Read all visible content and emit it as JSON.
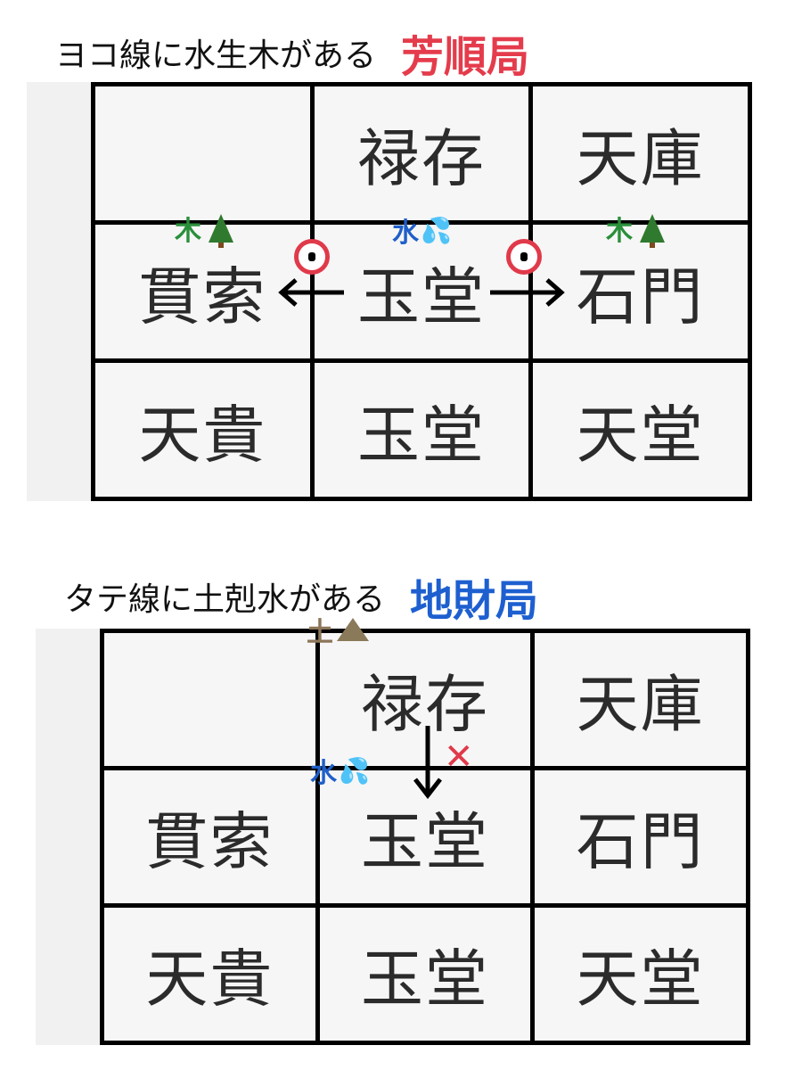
{
  "diagram_1": {
    "heading": "ヨコ線に水生木がある",
    "bureau": "芳順局",
    "bureau_color": "#e43c4c",
    "grid": [
      [
        "",
        "禄存",
        "天庫"
      ],
      [
        "貫索",
        "玉堂",
        "石門"
      ],
      [
        "天貴",
        "玉堂",
        "天堂"
      ]
    ],
    "tags": {
      "wood_left": "木",
      "water": "水",
      "wood_right": "木"
    },
    "icons": [
      "tree-icon",
      "water-drops-icon",
      "tree-icon",
      "circle-ok-icon",
      "circle-ok-icon",
      "arrow-left-icon",
      "arrow-right-icon"
    ],
    "wood_color": "#2a8f3a",
    "water_color": "#1f5fc8"
  },
  "diagram_2": {
    "heading": "タテ線に土剋水がある",
    "bureau": "地財局",
    "bureau_color": "#1e5fd0",
    "grid": [
      [
        "",
        "禄存",
        "天庫"
      ],
      [
        "貫索",
        "玉堂",
        "石門"
      ],
      [
        "天貴",
        "玉堂",
        "天堂"
      ]
    ],
    "tags": {
      "earth": "土",
      "water": "水",
      "ng": "✕"
    },
    "icons": [
      "mountain-icon",
      "water-drops-icon",
      "arrow-down-icon",
      "cross-ng-icon"
    ],
    "earth_color": "#8c7558",
    "water_color": "#1f5fc8"
  }
}
